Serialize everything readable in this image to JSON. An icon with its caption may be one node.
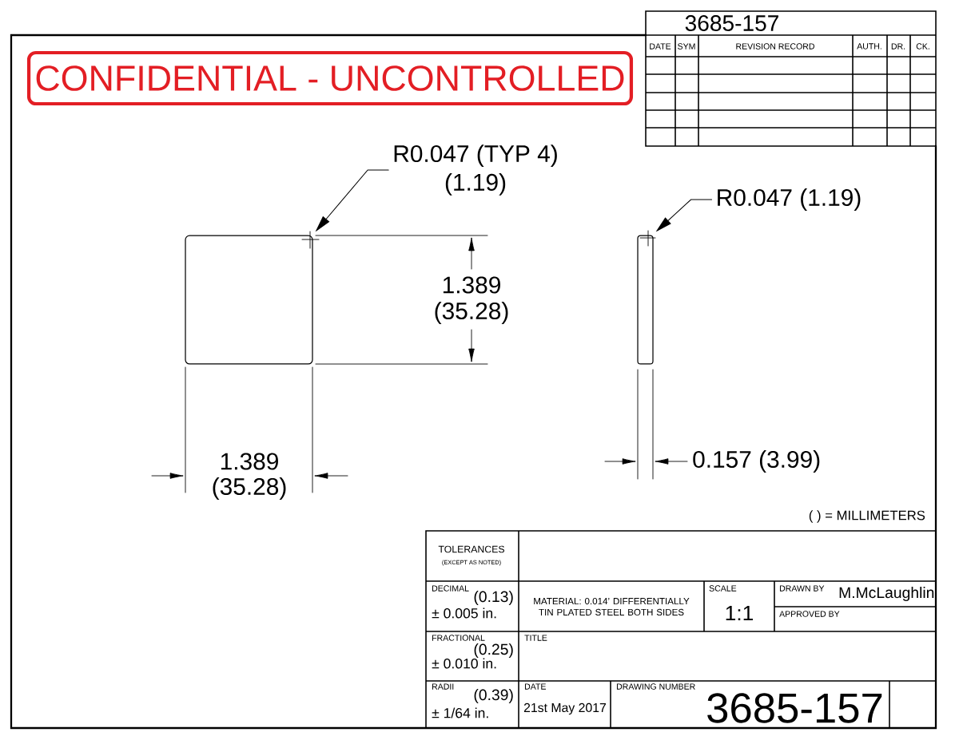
{
  "diagram": {
    "nodes": [
      {
        "text": [
          "CONFIDENTIAL - UNCONTROLLED"
        ]
      },
      {
        "text": [
          "R0.047 (TYP 4)",
          "(1.19)"
        ]
      },
      {
        "text": [],
        "shape": "box"
      },
      {
        "text": [
          "R0.047 (1.19)"
        ]
      },
      {
        "text": [],
        "shape": "box"
      }
    ],
    "edges": [
      {
        "from": 1,
        "to": 2,
        "arrow": "to"
      },
      {
        "from": 3,
        "to": 4,
        "arrow": "to"
      }
    ],
    "labels": [
      "3685-157",
      "DATE",
      "SYM",
      "REVISION RECORD",
      "AUTH.",
      "DR.",
      "CK.",
      "1.389",
      "(35.28)",
      "1.389",
      "(35.28)",
      "0.157 (3.99)",
      "( ) = MILLIMETERS",
      "TOLERANCES",
      "(EXCEPT AS NOTED)",
      "DECIMAL",
      "(0.13)",
      "± 0.005 in.",
      "MATERIAL: 0.014’ DIFFERENTIALLY TIN PLATED STEEL BOTH SIDES",
      "SCALE",
      "1:1",
      "DRAWN BY",
      "M.McLaughlin",
      "APPROVED BY",
      "FRACTIONAL",
      "(0.25)",
      "± 0.010 in.",
      "TITLE",
      "RADII",
      "(0.39)",
      "± 1/64 in.",
      "DATE",
      "21st May 2017",
      "DRAWING NUMBER",
      "3685-157"
    ]
  }
}
